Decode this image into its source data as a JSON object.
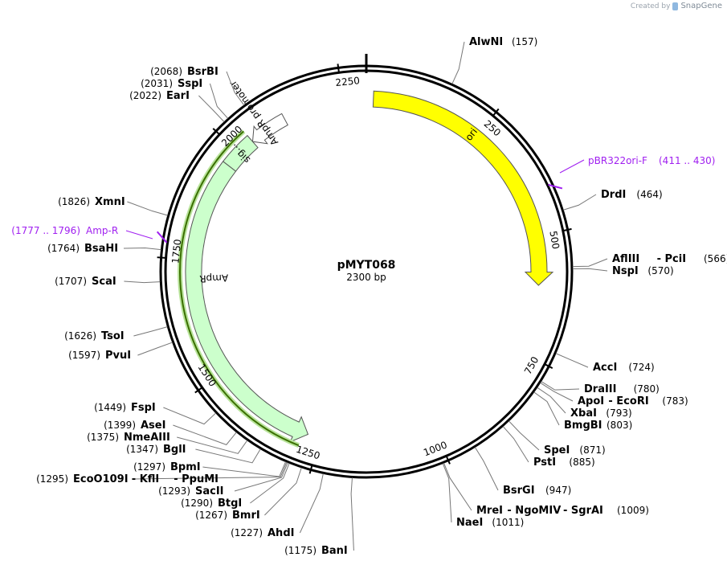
{
  "credit": {
    "prefix": "Created by",
    "brand": "SnapGene"
  },
  "plasmid": {
    "name": "pMYT068",
    "size_label": "2300 bp",
    "length": 2300
  },
  "ticks": [
    {
      "pos": 250,
      "label": "250"
    },
    {
      "pos": 500,
      "label": "500"
    },
    {
      "pos": 750,
      "label": "750"
    },
    {
      "pos": 1000,
      "label": "1000"
    },
    {
      "pos": 1250,
      "label": "1250"
    },
    {
      "pos": 1500,
      "label": "1500"
    },
    {
      "pos": 1750,
      "label": "1750"
    },
    {
      "pos": 2000,
      "label": "2000"
    },
    {
      "pos": 2250,
      "label": "2250"
    }
  ],
  "features": {
    "ori": {
      "label": "ori",
      "start": 15,
      "end": 604,
      "color": "#ffff00"
    },
    "ampr": {
      "label": "AmpR",
      "start": 1276,
      "end": 1965,
      "color": "#ccffcc"
    },
    "sig": {
      "label": "sig...",
      "start": 1965,
      "end": 2037,
      "color": "#ccffcc"
    },
    "promoter": {
      "label": "AmpR promoter",
      "start": 2037,
      "end": 2120,
      "color": "#ffffff"
    }
  },
  "primers": [
    {
      "name": "pBR322ori-F",
      "range": "(411 .. 430)",
      "pos": 420
    },
    {
      "name": "Amp-R",
      "range": "(1777 .. 1796)",
      "pos": 1786
    }
  ],
  "sites": [
    {
      "name": "AlwNI",
      "pos": "(157)",
      "bp": 157
    },
    {
      "name": "DrdI",
      "pos": "(464)",
      "bp": 464
    },
    {
      "name": "AflIII",
      "name2": "PciI",
      "pos": "(566)",
      "bp": 566
    },
    {
      "name": "NspI",
      "pos": "(570)",
      "bp": 570
    },
    {
      "name": "AccI",
      "pos": "(724)",
      "bp": 724
    },
    {
      "name": "DraIII",
      "pos": "(780)",
      "bp": 780
    },
    {
      "name": "ApoI",
      "name2": "EcoRI",
      "pos": "(783)",
      "bp": 783
    },
    {
      "name": "XbaI",
      "pos": "(793)",
      "bp": 793
    },
    {
      "name": "BmgBI",
      "pos": "(803)",
      "bp": 803
    },
    {
      "name": "SpeI",
      "pos": "(871)",
      "bp": 871
    },
    {
      "name": "PstI",
      "pos": "(885)",
      "bp": 885
    },
    {
      "name": "BsrGI",
      "pos": "(947)",
      "bp": 947
    },
    {
      "name": "MreI",
      "name2": "NgoMIV",
      "name3": "SgrAI",
      "pos": "(1009)",
      "bp": 1009
    },
    {
      "name": "NaeI",
      "pos": "(1011)",
      "bp": 1011
    },
    {
      "name": "BanI",
      "pos": "(1175)",
      "bp": 1175
    },
    {
      "name": "AhdI",
      "pos": "(1227)",
      "bp": 1227
    },
    {
      "name": "BmrI",
      "pos": "(1267)",
      "bp": 1267
    },
    {
      "name": "BtgI",
      "pos": "(1290)",
      "bp": 1290
    },
    {
      "name": "SacII",
      "pos": "(1293)",
      "bp": 1293
    },
    {
      "name": "EcoO109I",
      "name2": "KflI",
      "name3": "PpuMI",
      "pos": "(1295)",
      "bp": 1295
    },
    {
      "name": "BpmI",
      "pos": "(1297)",
      "bp": 1297
    },
    {
      "name": "BglI",
      "pos": "(1347)",
      "bp": 1347
    },
    {
      "name": "NmeAIII",
      "pos": "(1375)",
      "bp": 1375
    },
    {
      "name": "AseI",
      "pos": "(1399)",
      "bp": 1399
    },
    {
      "name": "FspI",
      "pos": "(1449)",
      "bp": 1449
    },
    {
      "name": "PvuI",
      "pos": "(1597)",
      "bp": 1597
    },
    {
      "name": "TsoI",
      "pos": "(1626)",
      "bp": 1626
    },
    {
      "name": "ScaI",
      "pos": "(1707)",
      "bp": 1707
    },
    {
      "name": "BsaHI",
      "pos": "(1764)",
      "bp": 1764
    },
    {
      "name": "XmnI",
      "pos": "(1826)",
      "bp": 1826
    },
    {
      "name": "EarI",
      "pos": "(2022)",
      "bp": 2022
    },
    {
      "name": "SspI",
      "pos": "(2031)",
      "bp": 2031
    },
    {
      "name": "BsrBI",
      "pos": "(2068)",
      "bp": 2068
    }
  ]
}
